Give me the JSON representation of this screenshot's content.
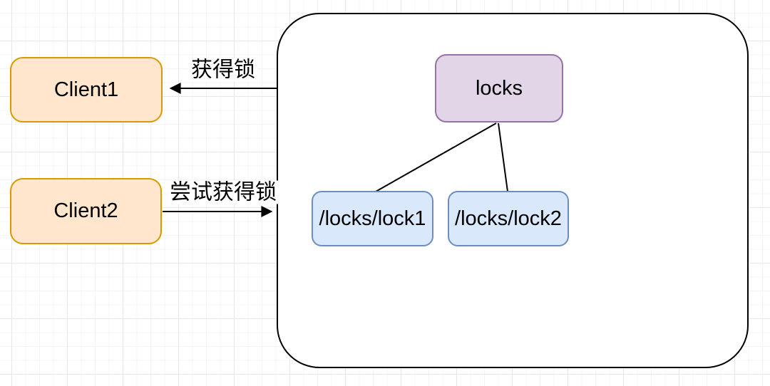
{
  "diagram": {
    "clients": [
      {
        "label": "Client1"
      },
      {
        "label": "Client2"
      }
    ],
    "edges": [
      {
        "label": "获得锁",
        "from": "server-container",
        "to": "Client1",
        "direction": "left"
      },
      {
        "label": "尝试获得锁",
        "from": "Client2",
        "to": "server-container",
        "direction": "right"
      }
    ],
    "server": {
      "root": {
        "label": "locks"
      },
      "children": [
        {
          "label": "/locks/lock1"
        },
        {
          "label": "/locks/lock2"
        }
      ]
    }
  },
  "colors": {
    "client_fill": "#FFE6CC",
    "client_stroke": "#D79B00",
    "root_fill": "#E1D5E7",
    "root_stroke": "#9673A6",
    "child_fill": "#DAE8FC",
    "child_stroke": "#6C8EBF",
    "edge_color": "#000000",
    "container_stroke": "#000000",
    "grid_minor": "#F4F4F4",
    "grid_major": "#E7E7E7",
    "text_color": "#000000"
  }
}
